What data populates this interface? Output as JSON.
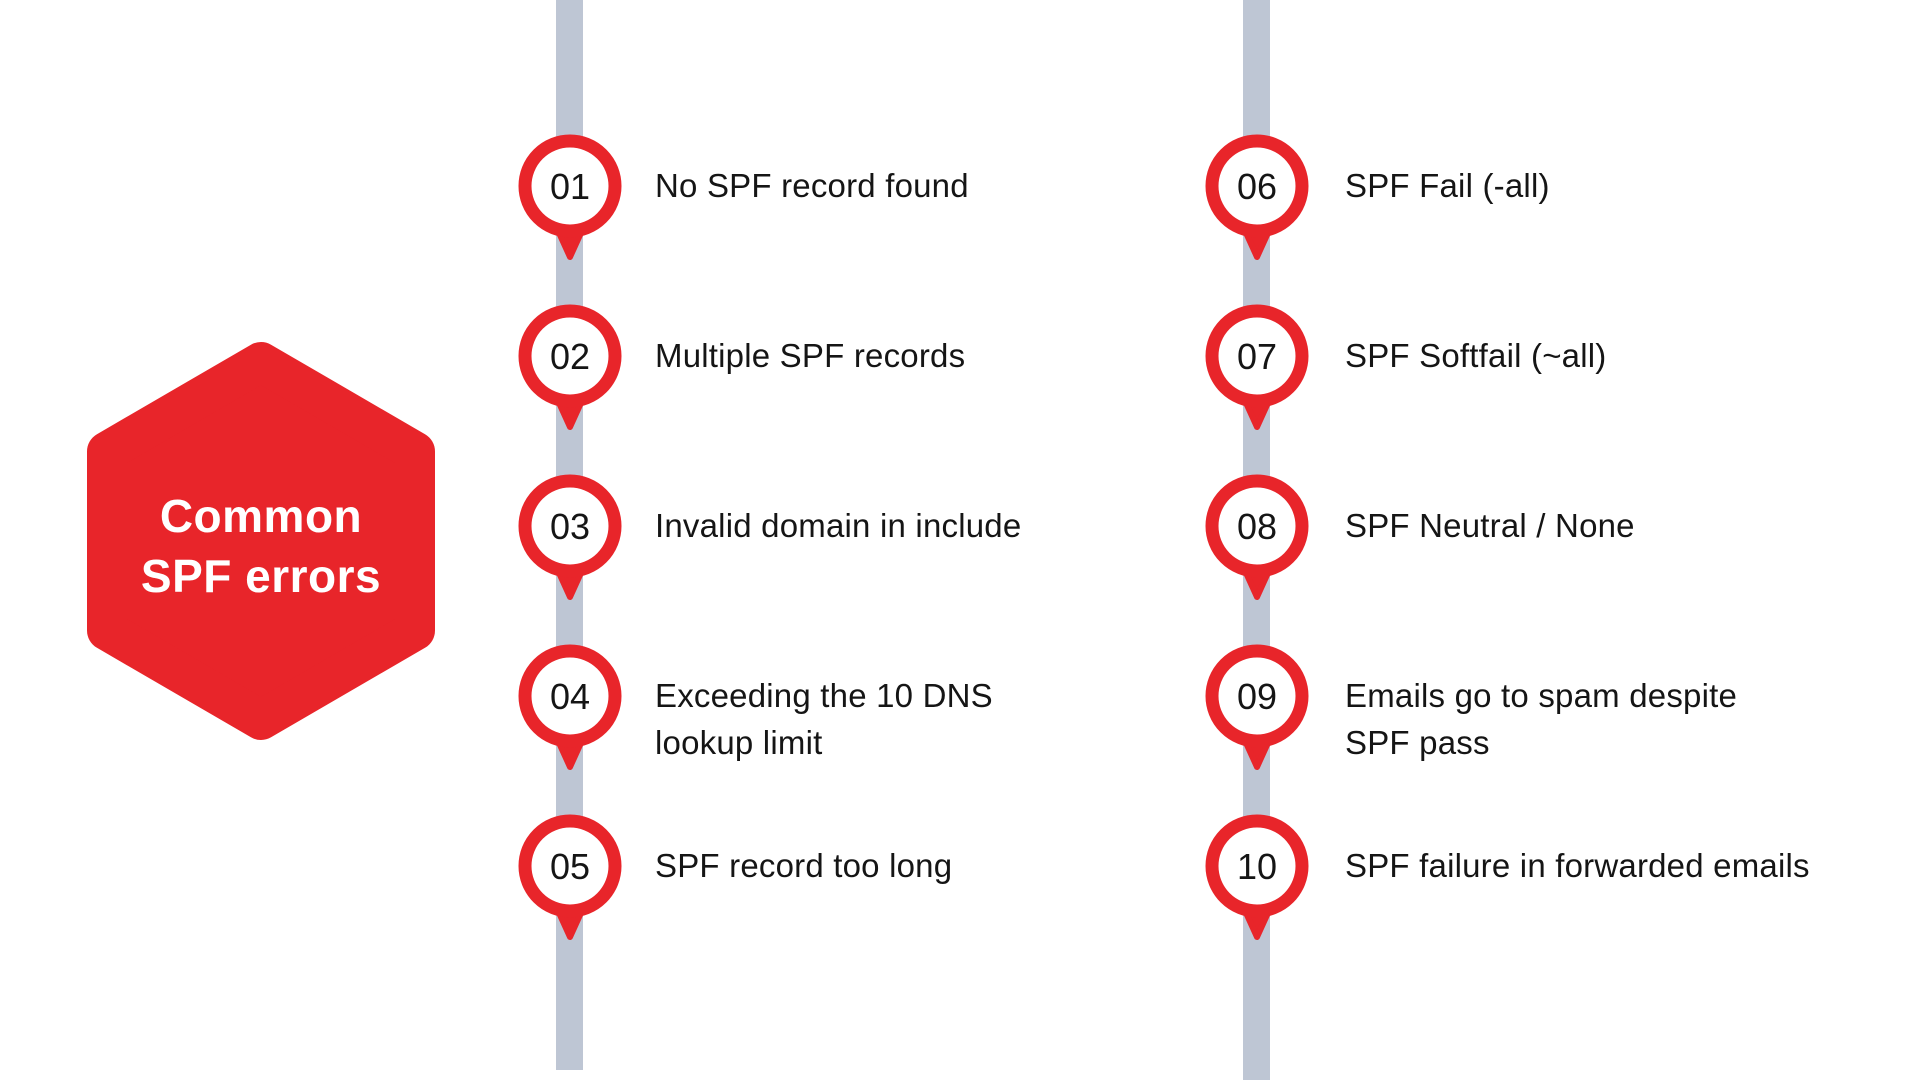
{
  "colors": {
    "accent_red": "#e8252a",
    "timeline_bar": "#bec6d4",
    "text_dark": "#151515",
    "title_text": "#ffffff",
    "background": "#ffffff"
  },
  "hexagon": {
    "title": "Common\nSPF errors"
  },
  "timeline": {
    "left_column": {
      "items": [
        {
          "number": "01",
          "label": "No SPF record found"
        },
        {
          "number": "02",
          "label": "Multiple SPF records"
        },
        {
          "number": "03",
          "label": "Invalid domain in include"
        },
        {
          "number": "04",
          "label": "Exceeding the 10 DNS\nlookup limit"
        },
        {
          "number": "05",
          "label": "SPF record too long"
        }
      ]
    },
    "right_column": {
      "items": [
        {
          "number": "06",
          "label": "SPF Fail (-all)"
        },
        {
          "number": "07",
          "label": "SPF Softfail (~all)"
        },
        {
          "number": "08",
          "label": "SPF Neutral / None"
        },
        {
          "number": "09",
          "label": "Emails go to spam despite\nSPF pass"
        },
        {
          "number": "10",
          "label": "SPF failure in forwarded emails"
        }
      ]
    }
  }
}
